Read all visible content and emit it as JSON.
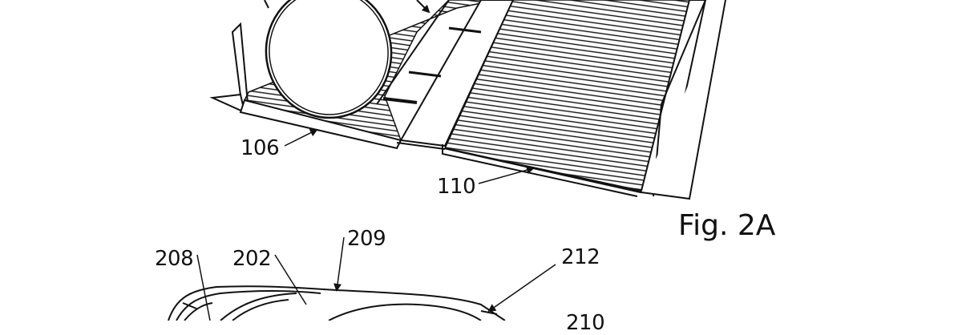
{
  "figure": {
    "caption": "Fig. 2A",
    "labels": {
      "l106": "106",
      "l110": "110",
      "l202": "202",
      "l208": "208",
      "l209": "209",
      "l212": "212",
      "l210": "210"
    }
  },
  "colors": {
    "stroke": "#111111",
    "background": "#ffffff"
  }
}
